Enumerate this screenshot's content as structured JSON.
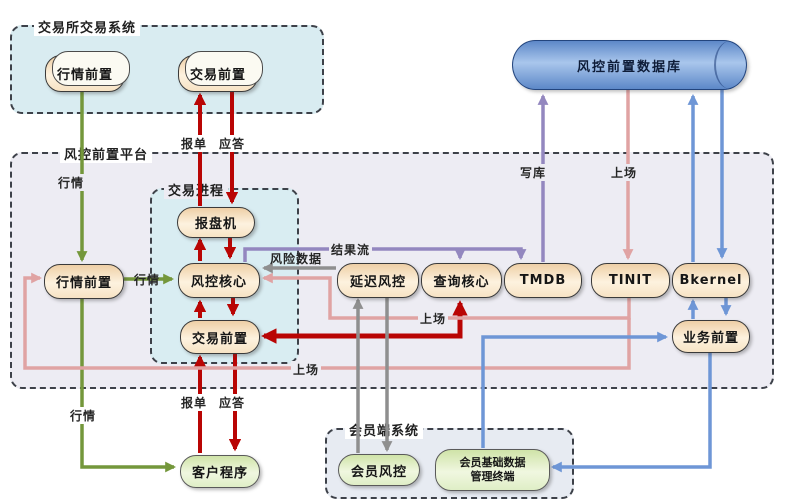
{
  "groups": {
    "exchange": {
      "label": "交易所交易系统"
    },
    "platform": {
      "label": "风控前置平台"
    },
    "trade_process": {
      "label": "交易进程"
    },
    "member": {
      "label": "会员端系统"
    }
  },
  "nodes": {
    "database": {
      "label": "风控前置数据库"
    },
    "exchange_quote_front": {
      "label": "行情前置"
    },
    "exchange_trade_front": {
      "label": "交易前置"
    },
    "quote_front": {
      "label": "行情前置"
    },
    "order_machine": {
      "label": "报盘机"
    },
    "risk_core": {
      "label": "风控核心"
    },
    "trade_front": {
      "label": "交易前置"
    },
    "delay_risk": {
      "label": "延迟风控"
    },
    "query_core": {
      "label": "查询核心"
    },
    "tmdb": {
      "label": "TMDB"
    },
    "tinit": {
      "label": "TINIT"
    },
    "bkernel": {
      "label": "Bkernel"
    },
    "business_front": {
      "label": "业务前置"
    },
    "client_program": {
      "label": "客户程序"
    },
    "member_risk": {
      "label": "会员风控"
    },
    "member_base_data_terminal": {
      "line1": "会员基础数据",
      "line2": "管理终端"
    }
  },
  "edge_labels": {
    "quote_top": "行情",
    "quote_mid": "行情",
    "quote_bottom": "行情",
    "order_top": "报单",
    "reply_top": "应答",
    "order_bottom": "报单",
    "reply_bottom": "应答",
    "result_stream": "结果流",
    "risk_data": "风险数据",
    "golive_mid": "上场",
    "golive_low": "上场",
    "golive_right": "上场",
    "write_db": "写库"
  },
  "colors": {
    "red": "#b90504",
    "green": "#74973b",
    "pink": "#e0a3a3",
    "gray": "#8f8f8f",
    "purple": "#9387bf",
    "blue": "#6e96d6",
    "node_fill": "#fbe7cb",
    "green_node_fill": "#e2efc4",
    "db_fill": "#6f9bd8",
    "exchange_box_fill": "#d9ecf1",
    "platform_box_fill": "#edecf3",
    "trade_box_fill": "#d9edf2",
    "member_box_fill": "#e7ebf2"
  }
}
